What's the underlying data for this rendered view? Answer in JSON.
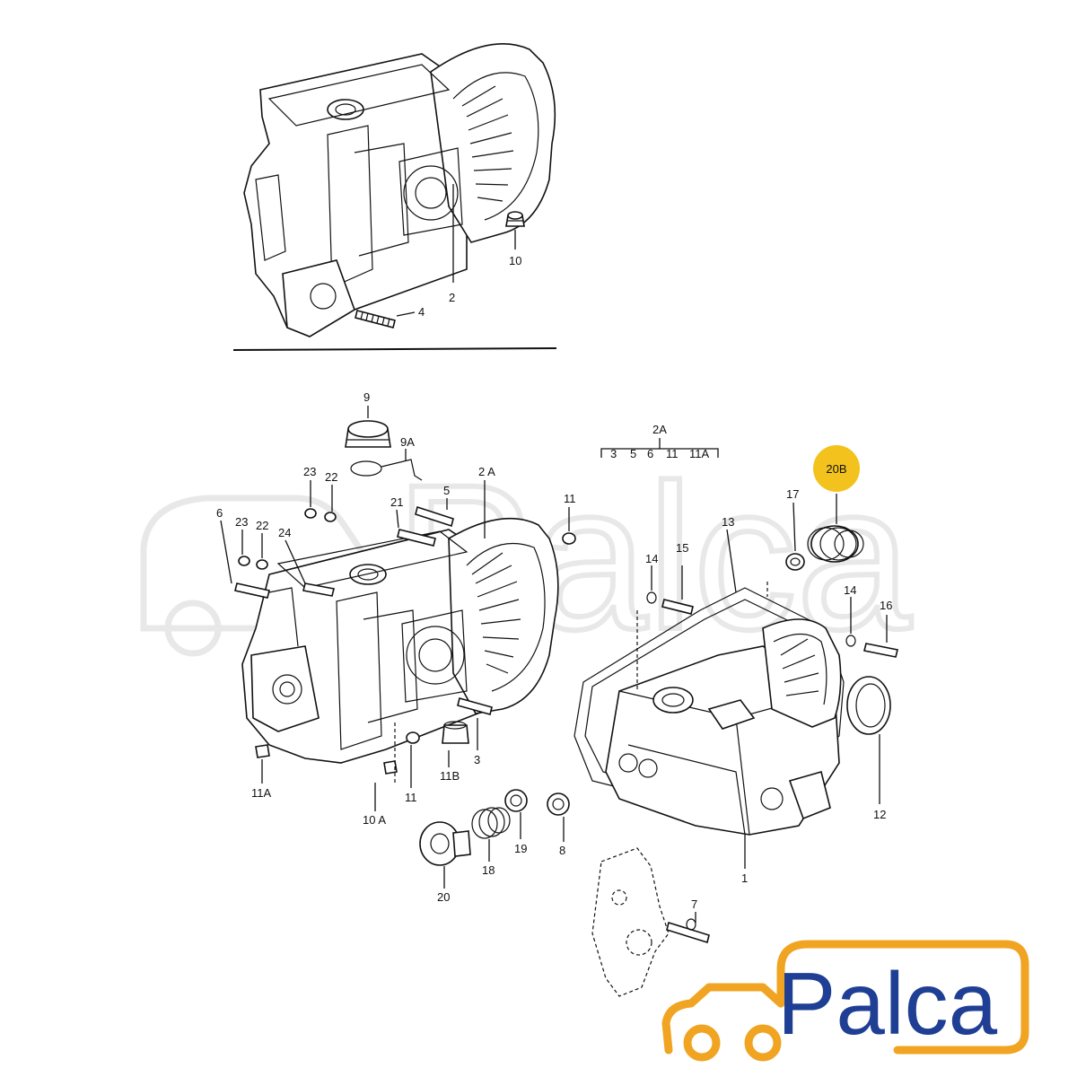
{
  "colors": {
    "line": "#111111",
    "highlight": "#f3c21c",
    "logo_blue": "#1f3f94",
    "logo_orange": "#f0a422",
    "watermark": "#e8e8e8"
  },
  "brand": {
    "logo_text": "Palca",
    "watermark_text": "Palca"
  },
  "top_diagram": {
    "labels": {
      "p2": "2",
      "p4": "4",
      "p10": "10"
    }
  },
  "main_diagram": {
    "group_label": "2A",
    "group_items": [
      "3",
      "5",
      "6",
      "11",
      "11A"
    ],
    "highlighted_part": "20B",
    "labels": {
      "p9": "9",
      "p9a": "9A",
      "p23a": "23",
      "p22a": "22",
      "p2a": "2 A",
      "p5": "5",
      "p11a": "11",
      "p6": "6",
      "p23b": "23",
      "p22b": "22",
      "p21": "21",
      "p24": "24",
      "p17": "17",
      "p13": "13",
      "p15": "15",
      "p14a": "14",
      "p14b": "14",
      "p16": "16",
      "p3": "3",
      "p11b": "11B",
      "p11c": "11",
      "p10a": "10 A",
      "p11A": "11A",
      "p8": "8",
      "p19": "19",
      "p18": "18",
      "p20": "20",
      "p1": "1",
      "p12": "12",
      "p7": "7"
    }
  }
}
